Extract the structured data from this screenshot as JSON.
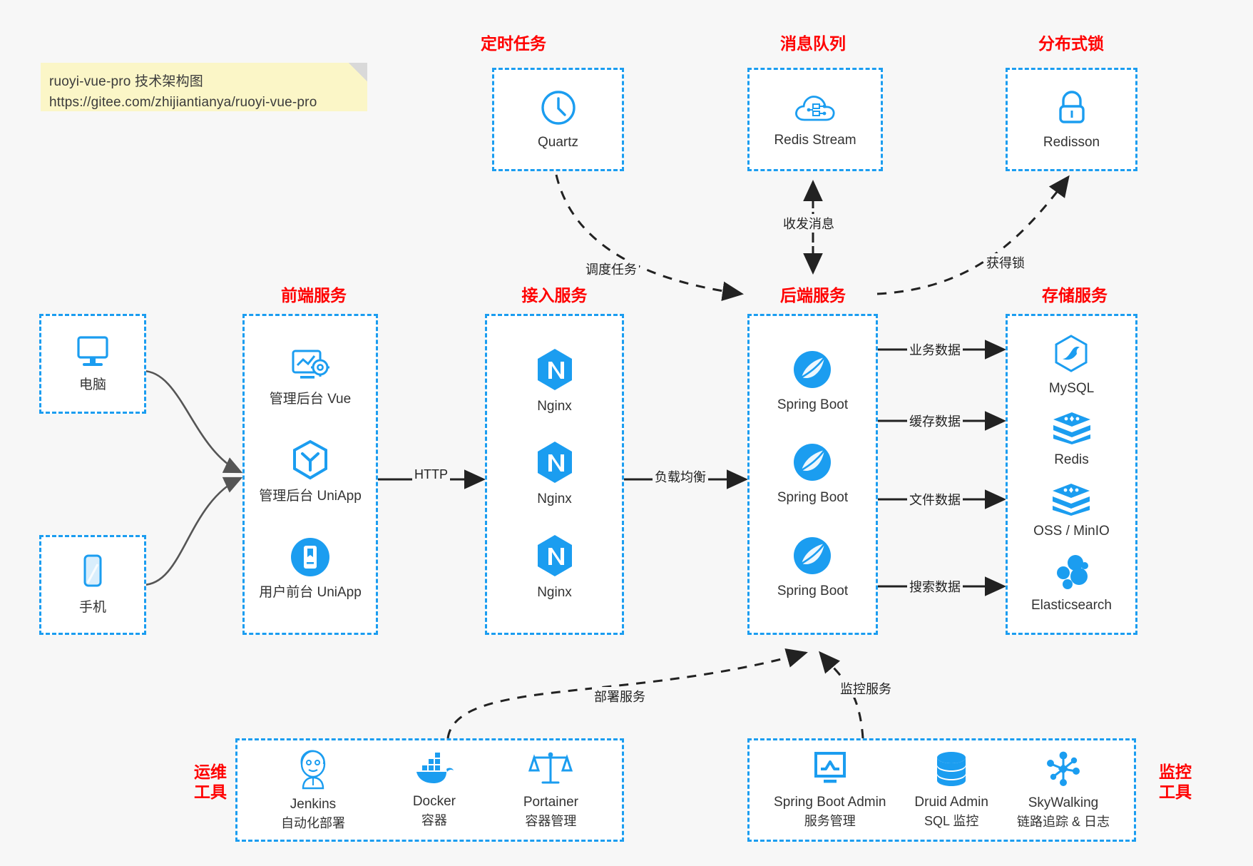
{
  "note": {
    "line1": "ruoyi-vue-pro 技术架构图",
    "line2": "https://gitee.com/zhijiantianya/ruoyi-vue-pro"
  },
  "colors": {
    "accent": "#1b9df0",
    "title": "#ff0000",
    "text": "#333333",
    "background": "#f7f7f7",
    "box_fill": "#ffffff",
    "note_fill": "#fbf6c7",
    "arrow": "#222222",
    "soft_arrow": "#555555"
  },
  "groups": {
    "scheduled_task": {
      "title": "定时任务",
      "nodes": [
        {
          "label": "Quartz",
          "icon": "clock-icon"
        }
      ]
    },
    "message_queue": {
      "title": "消息队列",
      "nodes": [
        {
          "label": "Redis Stream",
          "icon": "cloud-stream-icon"
        }
      ]
    },
    "distributed_lock": {
      "title": "分布式锁",
      "nodes": [
        {
          "label": "Redisson",
          "icon": "lock-icon"
        }
      ]
    },
    "clients": {
      "nodes": [
        {
          "label": "电脑",
          "icon": "desktop-icon"
        },
        {
          "label": "手机",
          "icon": "mobile-icon"
        }
      ]
    },
    "frontend": {
      "title": "前端服务",
      "nodes": [
        {
          "label": "管理后台 Vue",
          "icon": "dashboard-gear-icon"
        },
        {
          "label": "管理后台 UniApp",
          "icon": "uniapp-cube-icon"
        },
        {
          "label": "用户前台 UniApp",
          "icon": "mobile-app-icon"
        }
      ]
    },
    "gateway": {
      "title": "接入服务",
      "nodes": [
        {
          "label": "Nginx",
          "icon": "nginx-icon"
        },
        {
          "label": "Nginx",
          "icon": "nginx-icon"
        },
        {
          "label": "Nginx",
          "icon": "nginx-icon"
        }
      ]
    },
    "backend": {
      "title": "后端服务",
      "nodes": [
        {
          "label": "Spring Boot",
          "icon": "spring-boot-icon"
        },
        {
          "label": "Spring Boot",
          "icon": "spring-boot-icon"
        },
        {
          "label": "Spring Boot",
          "icon": "spring-boot-icon"
        }
      ]
    },
    "storage": {
      "title": "存储服务",
      "nodes": [
        {
          "label": "MySQL",
          "icon": "mysql-icon"
        },
        {
          "label": "Redis",
          "icon": "redis-icon"
        },
        {
          "label": "OSS / MinIO",
          "icon": "oss-minio-icon"
        },
        {
          "label": "Elasticsearch",
          "icon": "elasticsearch-icon"
        }
      ]
    },
    "devops": {
      "title": "运维\n工具",
      "nodes": [
        {
          "label": "Jenkins",
          "sublabel": "自动化部署",
          "icon": "jenkins-icon"
        },
        {
          "label": "Docker",
          "sublabel": "容器",
          "icon": "docker-icon"
        },
        {
          "label": "Portainer",
          "sublabel": "容器管理",
          "icon": "scales-icon"
        }
      ]
    },
    "monitor": {
      "title": "监控\n工具",
      "nodes": [
        {
          "label": "Spring Boot Admin",
          "sublabel": "服务管理",
          "icon": "monitor-chart-icon"
        },
        {
          "label": "Druid Admin",
          "sublabel": "SQL 监控",
          "icon": "database-icon"
        },
        {
          "label": "SkyWalking",
          "sublabel": "链路追踪 & 日志",
          "icon": "skywalking-icon"
        }
      ]
    }
  },
  "edges": {
    "http": "HTTP",
    "load_balance": "负载均衡",
    "schedule_task": "调度任务",
    "send_receive_message": "收发消息",
    "acquire_lock": "获得锁",
    "business_data": "业务数据",
    "cache_data": "缓存数据",
    "file_data": "文件数据",
    "search_data": "搜索数据",
    "deploy_service": "部署服务",
    "monitor_service": "监控服务"
  }
}
